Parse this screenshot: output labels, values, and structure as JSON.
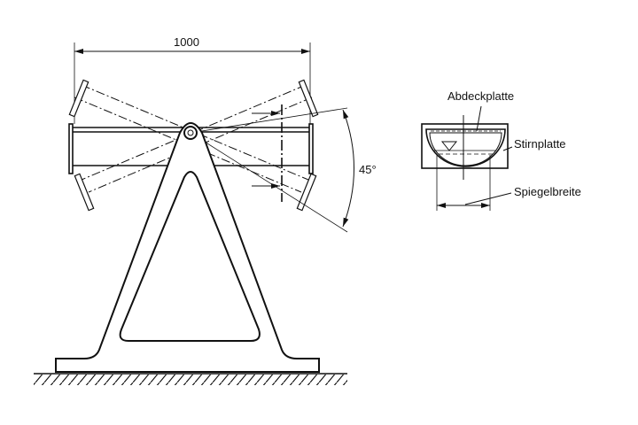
{
  "labels": {
    "width_dimension": "1000",
    "angle": "45°",
    "cover_plate": "Abdeckplatte",
    "end_plate": "Stirnplatte",
    "mirror_width": "Spiegelbreite"
  },
  "colors": {
    "ink": "#111111",
    "background": "#ffffff"
  }
}
